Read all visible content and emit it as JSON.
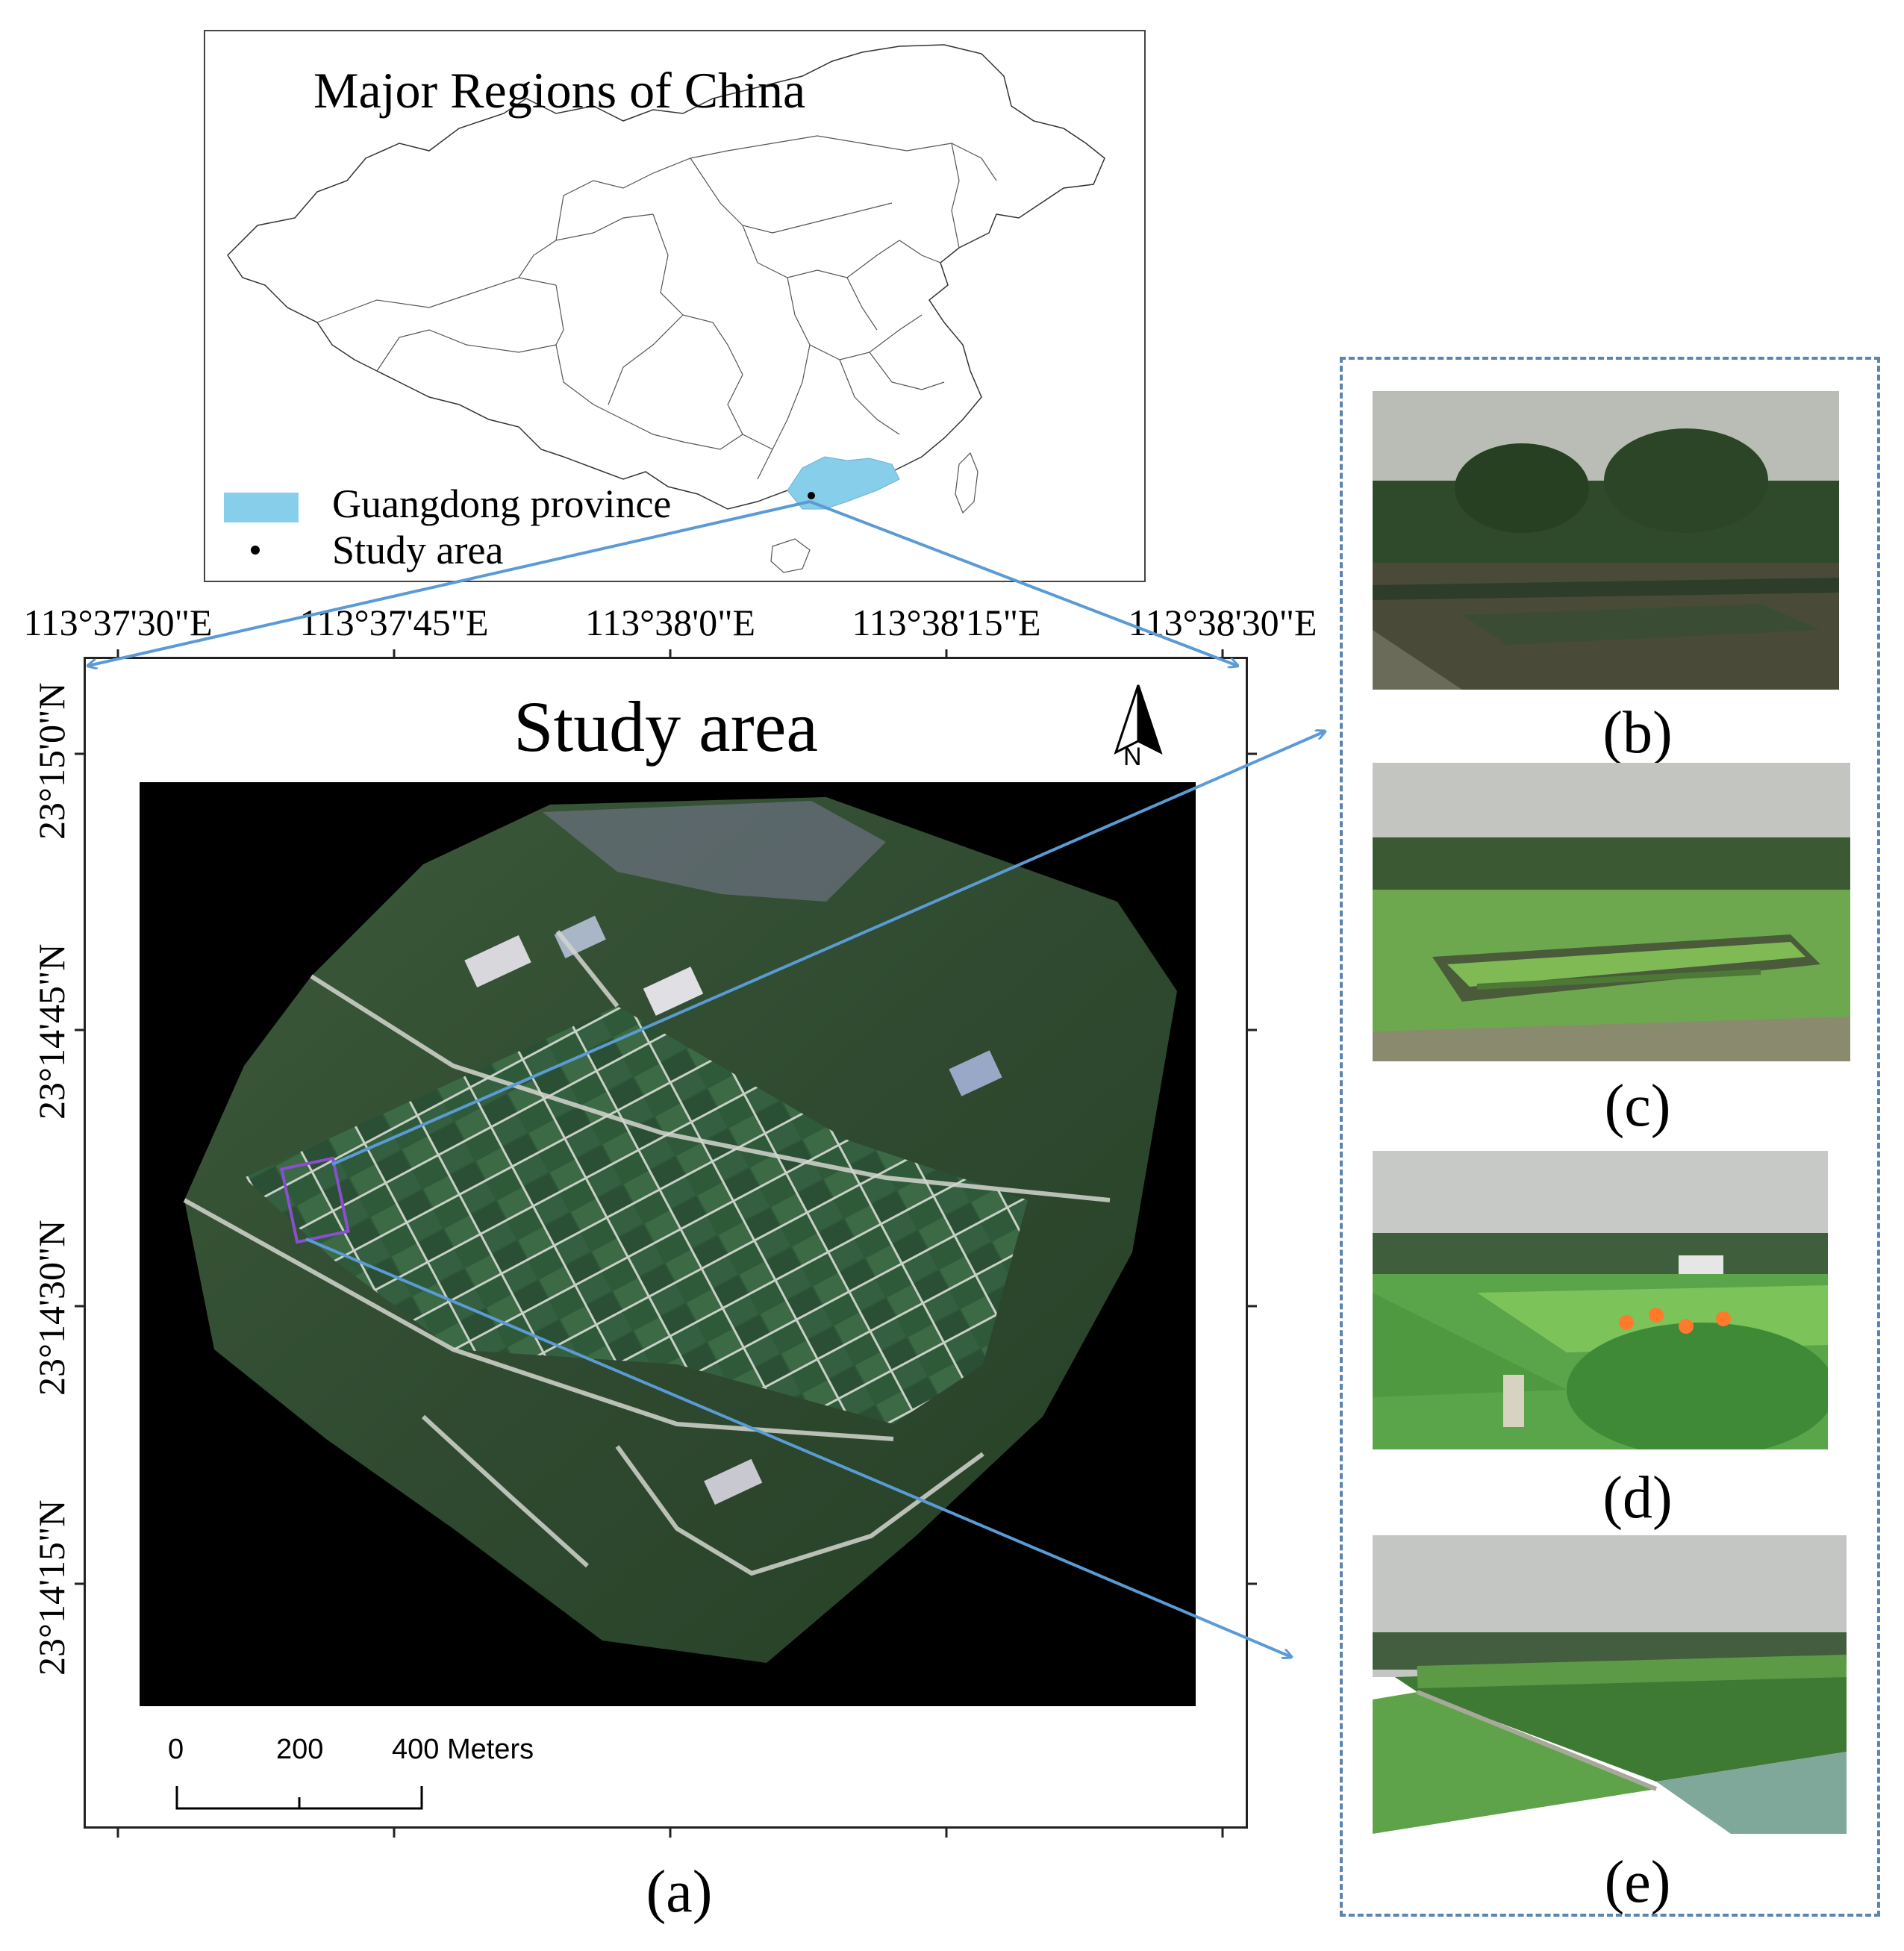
{
  "inset": {
    "title": "Major Regions of China",
    "legend": [
      {
        "label": "Guangdong province",
        "color": "#87ceeb"
      },
      {
        "label": "Study area",
        "color": "#000000"
      }
    ]
  },
  "main_map": {
    "title": "Study area",
    "north_arrow": {
      "icon": "north-arrow-icon",
      "label": "N"
    },
    "lon_labels": [
      "113°37'30\"E",
      "113°37'45\"E",
      "113°38'0\"E",
      "113°38'15\"E",
      "113°38'30\"E"
    ],
    "lat_labels": [
      "23°15'0\"N",
      "23°14'45\"N",
      "23°14'30\"N",
      "23°14'15\"N"
    ],
    "scale_bar": {
      "ticks": [
        "0",
        "200",
        "400 Meters"
      ]
    }
  },
  "panels": {
    "a": "(a)",
    "b": "(b)",
    "c": "(c)",
    "d": "(d)",
    "e": "(e)"
  },
  "colors": {
    "guangdong": "#87ceeb",
    "arrow": "#5b9bd5",
    "dashed_frame": "#5b84b1"
  }
}
